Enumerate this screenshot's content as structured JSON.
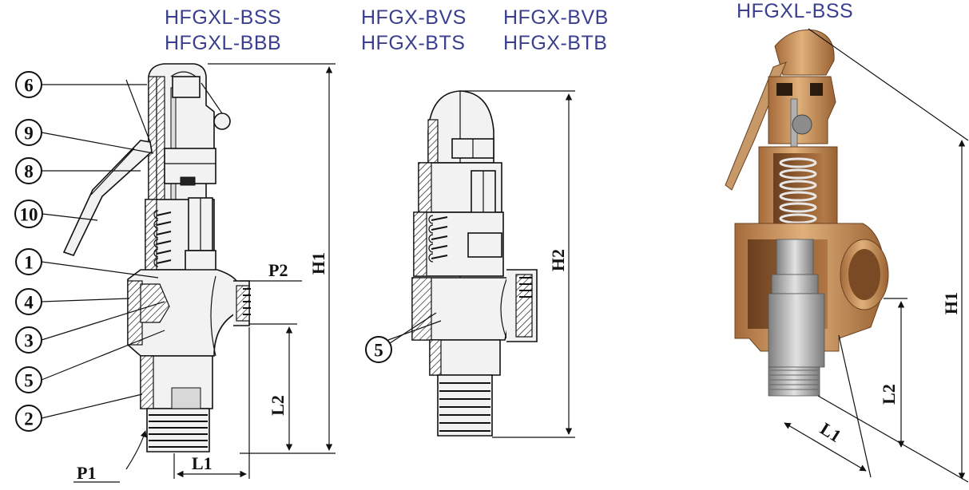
{
  "models": {
    "left_1": "HFGXL-BSS",
    "left_2": "HFGXL-BBB",
    "mid_1": "HFGX-BVS",
    "mid_2": "HFGX-BTS",
    "mid_3": "HFGX-BVB",
    "mid_4": "HFGX-BTB",
    "photo": "HFGXL-BSS"
  },
  "parts": {
    "p1": "1",
    "p2": "2",
    "p3": "3",
    "p4": "4",
    "p5": "5",
    "p6": "6",
    "p8": "8",
    "p9": "9",
    "p10": "10",
    "p5b": "5"
  },
  "dims": {
    "h1": "H1",
    "h2": "H2",
    "l1": "L1",
    "l2": "L2",
    "p1": "P1",
    "p2": "P2",
    "photo_h1": "H1",
    "photo_l1": "L1",
    "photo_l2": "L2"
  },
  "colors": {
    "model_text": "#3a3f8f",
    "bronze": "#c08a55",
    "steel": "#a9a9a9"
  }
}
